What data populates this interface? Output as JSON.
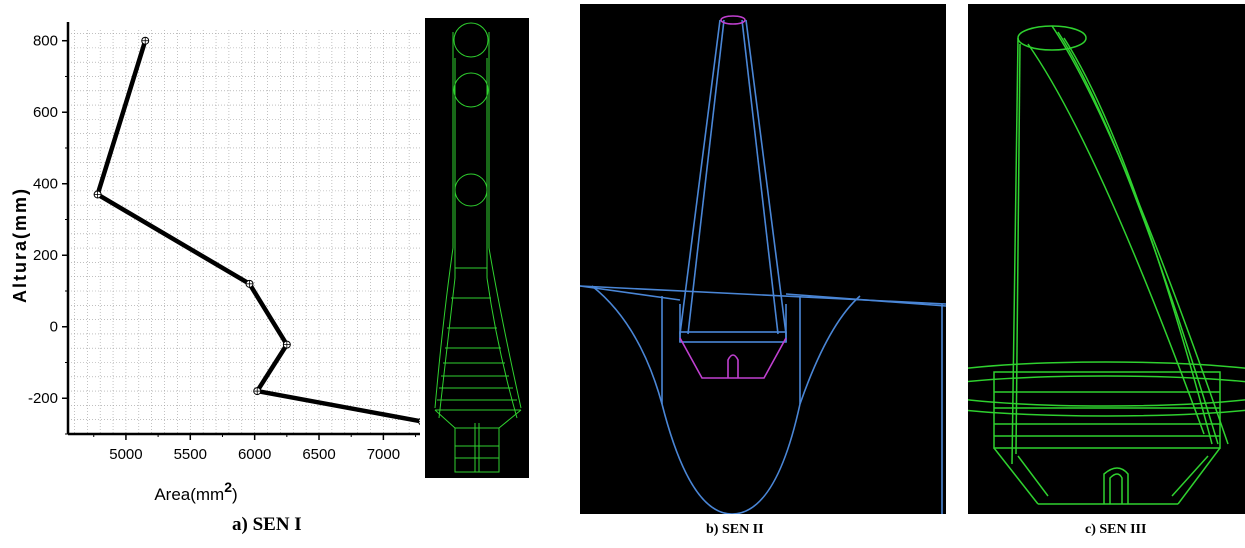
{
  "chart_data": {
    "type": "line",
    "x": [
      5150,
      4780,
      5960,
      6250,
      6020,
      7300
    ],
    "y": [
      800,
      370,
      120,
      -50,
      -180,
      -265
    ],
    "xlabel": "Area(mm",
    "xlabel_sup": "2",
    "xlabel_close": ")",
    "ylabel": "Altura(mm)",
    "xticks": [
      "5000",
      "5500",
      "6000",
      "6500",
      "7000"
    ],
    "yticks": [
      "800",
      "600",
      "400",
      "200",
      "0",
      "-200"
    ],
    "xlim": [
      4550,
      7300
    ],
    "ylim": [
      -300,
      830
    ],
    "grid": true,
    "line_color": "#000000"
  },
  "captions": {
    "a": "a) SEN I",
    "b": "b) SEN II",
    "c": "c) SEN III"
  },
  "colors": {
    "wire_green": "#2fd12f",
    "wire_blue": "#4a86d6",
    "wire_magenta": "#c040d0",
    "background_dark": "#000000"
  }
}
